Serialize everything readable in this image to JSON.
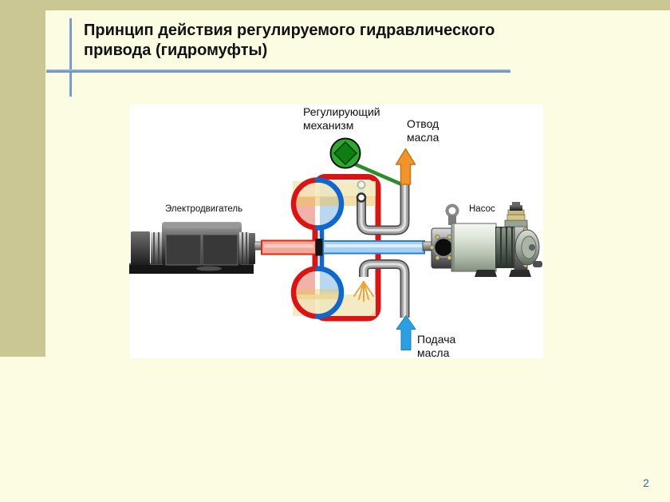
{
  "slide": {
    "title_line1": "Принцип действия регулируемого гидравлического",
    "title_line2": "привода (гидромуфты)",
    "page_number": "2"
  },
  "diagram": {
    "labels": {
      "regulator_line1": "Регулирующий",
      "regulator_line2": "механизм",
      "oil_outlet_line1": "Отвод",
      "oil_outlet_line2": "масла",
      "motor": "Электродвигатель",
      "pump": "Насос",
      "oil_supply_line1": "Подача",
      "oil_supply_line2": "масла"
    },
    "colors": {
      "housing_red": "#d81414",
      "driven_blue": "#1168cb",
      "driving_shaft_pink": "#f3a79b",
      "driven_shaft_blue": "#a6cff0",
      "oil_cream": "#f3e7bb",
      "oil_orange": "#ecc25f",
      "regulator_green": "#2fa832",
      "regulator_green_dark": "#0e7d12",
      "outlet_arrow_orange": "#f2942c",
      "supply_arrow_blue": "#2aa0e2",
      "pipe_gray": "#a8a8a8"
    }
  },
  "theme": {
    "background": "#fcfce2",
    "band_olive": "#cbc795",
    "rule_blue": "#7aa0d4",
    "panel_white": "#ffffff",
    "page_number_color": "#3c6390"
  }
}
